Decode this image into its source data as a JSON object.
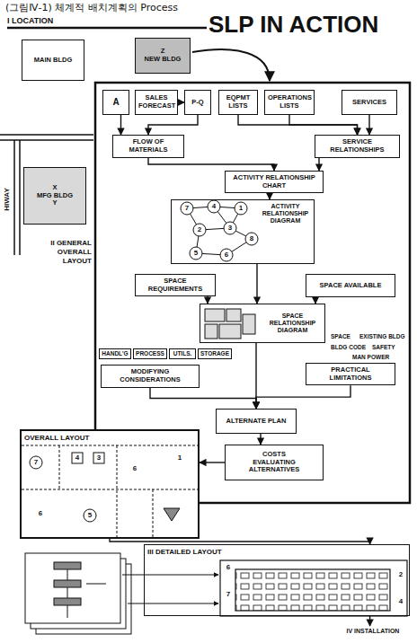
{
  "diagram": {
    "title": "(그림Ⅳ-1) 체계적 배치계획의 Process",
    "nodes": [
      {
        "text": [
          "I LOCATION"
        ]
      },
      {
        "text": [
          "MAIN BLDG"
        ],
        "in": 0
      },
      {
        "text": [
          "Z",
          "NEW BLDG"
        ],
        "in": 0
      },
      {
        "text": [
          "X",
          "MFG BLDG",
          "Y"
        ],
        "in": 0
      },
      {
        "text": [
          "A"
        ]
      },
      {
        "text": [
          "SALES FORECAST"
        ]
      },
      {
        "text": [
          "P-Q"
        ]
      },
      {
        "text": [
          "EQPMT LISTS"
        ]
      },
      {
        "text": [
          "OPERATIONS LISTS"
        ]
      },
      {
        "text": [
          "SERVICES"
        ]
      },
      {
        "text": [
          "FLOW OF MATERIALS"
        ]
      },
      {
        "text": [
          "SERVICE RELATIONSHIPS"
        ]
      },
      {
        "text": [
          "ACTIVITY RELATIONSHIP CHART"
        ]
      },
      {
        "text": [
          "ACTIVITY RELATIONSHIP DIAGRAM"
        ]
      },
      {
        "text": [
          "SPACE REQUIREMENTS"
        ]
      },
      {
        "text": [
          "SPACE AVAILABLE"
        ]
      },
      {
        "text": [
          "SPACE RELATIONSHIP DIAGRAM"
        ]
      },
      {
        "text": [
          "HANDL'G"
        ]
      },
      {
        "text": [
          "PROCESS"
        ]
      },
      {
        "text": [
          "UTILS."
        ]
      },
      {
        "text": [
          "STORAGE"
        ]
      },
      {
        "text": [
          "MODIFYING CONSIDERATIONS"
        ]
      },
      {
        "text": [
          "PRACTICAL LIMITATIONS"
        ]
      },
      {
        "text": [
          "ALTERNATE PLAN"
        ]
      },
      {
        "text": [
          "COSTS",
          "EVALUATING ALTERNATIVES"
        ]
      },
      {
        "text": [
          "OVERALL LAYOUT"
        ]
      },
      {
        "text": [
          "III DETAILED LAYOUT"
        ]
      },
      {
        "text": [
          "IV INSTALLATION"
        ]
      }
    ],
    "edges": [
      {
        "from": 4,
        "to": 10,
        "arrow": "to"
      },
      {
        "from": 6,
        "to": 10,
        "arrow": "to"
      },
      {
        "from": 5,
        "to": 6,
        "arrow": "to"
      },
      {
        "from": 7,
        "to": 11,
        "arrow": "to"
      },
      {
        "from": 8,
        "to": 11,
        "arrow": "to"
      },
      {
        "from": 9,
        "to": 11,
        "arrow": "to"
      },
      {
        "from": 10,
        "to": 12,
        "arrow": "to"
      },
      {
        "from": 11,
        "to": 12,
        "arrow": "to"
      },
      {
        "from": 12,
        "to": 13,
        "arrow": "to"
      },
      {
        "from": 13,
        "to": 16,
        "arrow": "to"
      },
      {
        "from": 14,
        "to": 16,
        "arrow": "to"
      },
      {
        "from": 15,
        "to": 16,
        "arrow": "to"
      },
      {
        "from": 16,
        "to": 23,
        "arrow": "to"
      },
      {
        "from": 21,
        "to": 23,
        "arrow": "to"
      },
      {
        "from": 22,
        "to": 23,
        "arrow": "to"
      },
      {
        "from": 23,
        "to": 24,
        "arrow": "to"
      },
      {
        "from": 24,
        "to": 25,
        "arrow": "to"
      },
      {
        "from": 25,
        "to": 26,
        "arrow": "to"
      },
      {
        "from": 26,
        "to": 27,
        "arrow": "to"
      }
    ],
    "labels": [
      "SLP IN ACTION",
      "HIWAY",
      "II GENERAL OVERALL LAYOUT",
      "7",
      "4",
      "1",
      "2",
      "3",
      "8",
      "5",
      "6",
      "SPACE",
      "EXISTING BLDG",
      "BLDG CODE",
      "SAFETY",
      "MAN POWER",
      "7",
      "4",
      "3",
      "6",
      "1",
      "6",
      "5",
      "6",
      "7",
      "2",
      "4"
    ]
  }
}
